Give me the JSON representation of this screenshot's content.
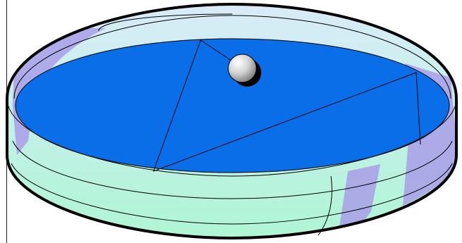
{
  "scene": {
    "subject": "petri-dish",
    "objects": [
      "dish-rim",
      "liquid-surface",
      "ball",
      "bounce-path"
    ],
    "colors": {
      "rim_top": "#d6ecf8",
      "rim_bottom": "#b4f5d8",
      "glass_wall": "#c8f0e4",
      "liquid": "#0a6ee8",
      "reflection_band": "#a99ee8",
      "outline": "#000000",
      "ball_light": "#ffffff",
      "ball_dark": "#8a8a8a"
    }
  }
}
